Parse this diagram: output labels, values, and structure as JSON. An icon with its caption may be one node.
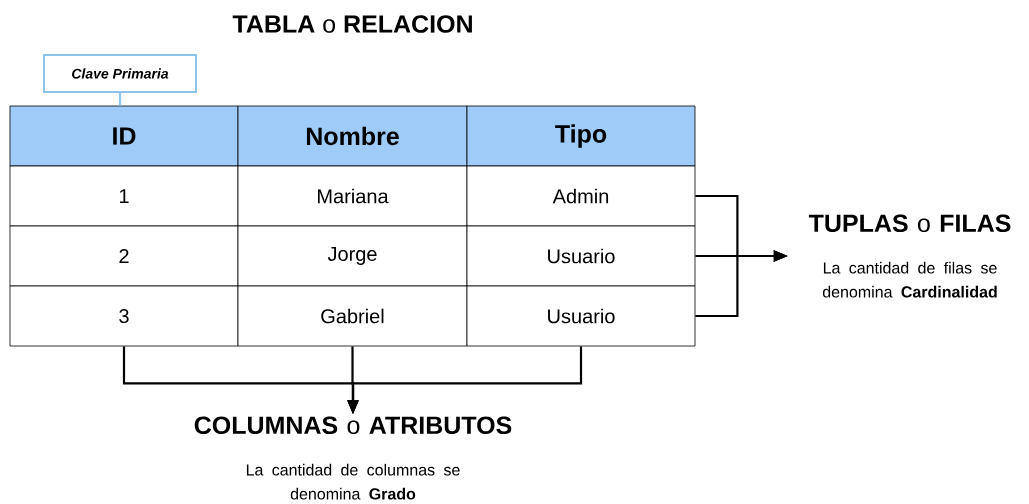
{
  "diagram": {
    "title": "**TABLA** o **RELACION**",
    "nodes": [
      {
        "text": [
          "Clave Primaria"
        ]
      },
      {
        "text": [
          "ID"
        ]
      },
      {
        "text": [
          "Nombre"
        ]
      },
      {
        "text": [
          "Tipo"
        ]
      },
      {
        "text": [
          "1"
        ]
      },
      {
        "text": [
          "Mariana"
        ]
      },
      {
        "text": [
          "Admin"
        ]
      },
      {
        "text": [
          "2"
        ]
      },
      {
        "text": [
          "Jorge"
        ]
      },
      {
        "text": [
          "Usuario"
        ]
      },
      {
        "text": [
          "3"
        ]
      },
      {
        "text": [
          "Gabriel"
        ]
      },
      {
        "text": [
          "Usuario"
        ]
      },
      {
        "text": [
          "**TUPLAS** o **FILAS**",
          "La cantidad de filas se denomina **Cardinalidad**"
        ]
      },
      {
        "text": [
          "**COLUMNAS** o **ATRIBUTOS**",
          "La cantidad de columnas se denomina **Grado**"
        ]
      }
    ],
    "edges": [
      {
        "from": 0,
        "to": 1,
        "arrow": "none",
        "color": "#8ec3ea"
      },
      {
        "from": 6,
        "to": 13,
        "arrow": "to"
      },
      {
        "from": 9,
        "to": 13,
        "arrow": "to"
      },
      {
        "from": 12,
        "to": 13,
        "arrow": "to"
      },
      {
        "from": 10,
        "to": 14,
        "arrow": "to"
      },
      {
        "from": 11,
        "to": 14,
        "arrow": "to"
      },
      {
        "from": 12,
        "to": 14,
        "arrow": "to"
      }
    ]
  }
}
